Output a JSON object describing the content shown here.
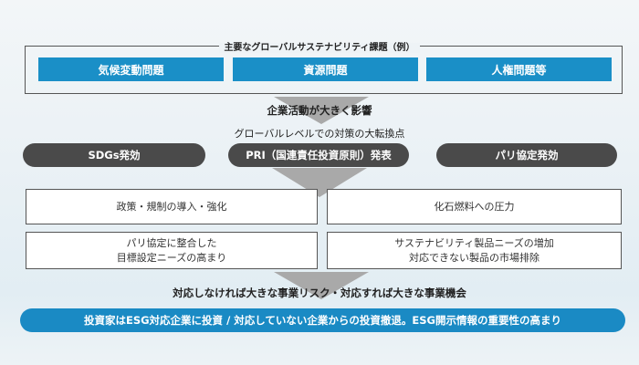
{
  "issues": {
    "title": "主要なグローバルサステナビリティ課題（例）",
    "items": [
      "気候変動問題",
      "資源問題",
      "人権問題等"
    ]
  },
  "impact_text": "企業活動が大きく影響",
  "turning_point_text": "グローバルレベルでの対策の大転換点",
  "events": [
    "SDGs発効",
    "PRI（国連責任投資原則）発表",
    "パリ協定発効"
  ],
  "effects": {
    "policy": "政策・規制の導入・強化",
    "fossil": "化石燃料への圧力",
    "paris_line1": "パリ協定に整合した",
    "paris_line2": "目標設定ニーズの高まり",
    "sustain_line1": "サステナビリティ製品ニーズの増加",
    "sustain_line2": "対応できない製品の市場排除"
  },
  "risk_text": "対応しなければ大きな事業リスク・対応すれば大きな事業機会",
  "conclusion": "投資家はESG対応企業に投資 / 対応していない企業からの投資撤退。ESG開示情報の重要性の高まり"
}
